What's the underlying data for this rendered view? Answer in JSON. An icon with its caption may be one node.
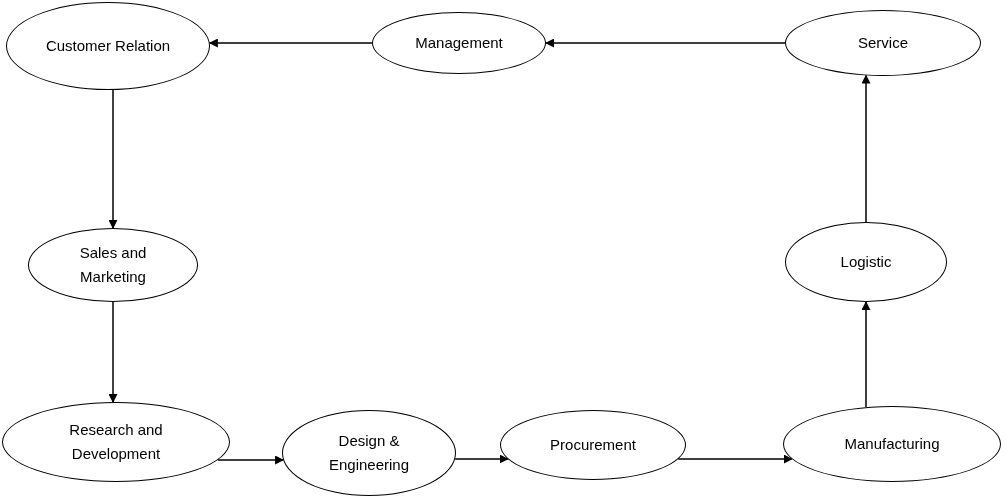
{
  "diagram": {
    "nodes": [
      {
        "text": [
          "Customer Relation"
        ]
      },
      {
        "text": [
          "Management"
        ]
      },
      {
        "text": [
          "Service"
        ]
      },
      {
        "text": [
          "Sales and Marketing"
        ]
      },
      {
        "text": [
          "Logistic"
        ]
      },
      {
        "text": [
          "Research and Development"
        ]
      },
      {
        "text": [
          "Design & Engineering"
        ]
      },
      {
        "text": [
          "Procurement"
        ]
      },
      {
        "text": [
          "Manufacturing"
        ]
      }
    ],
    "edges": [
      {
        "from": 1,
        "to": 0,
        "arrow": "to"
      },
      {
        "from": 2,
        "to": 1,
        "arrow": "to"
      },
      {
        "from": 0,
        "to": 3,
        "arrow": "to"
      },
      {
        "from": 3,
        "to": 5,
        "arrow": "to"
      },
      {
        "from": 5,
        "to": 6,
        "arrow": "to"
      },
      {
        "from": 6,
        "to": 7,
        "arrow": "to"
      },
      {
        "from": 7,
        "to": 8,
        "arrow": "to"
      },
      {
        "from": 8,
        "to": 4,
        "arrow": "to"
      },
      {
        "from": 4,
        "to": 2,
        "arrow": "to"
      }
    ]
  }
}
